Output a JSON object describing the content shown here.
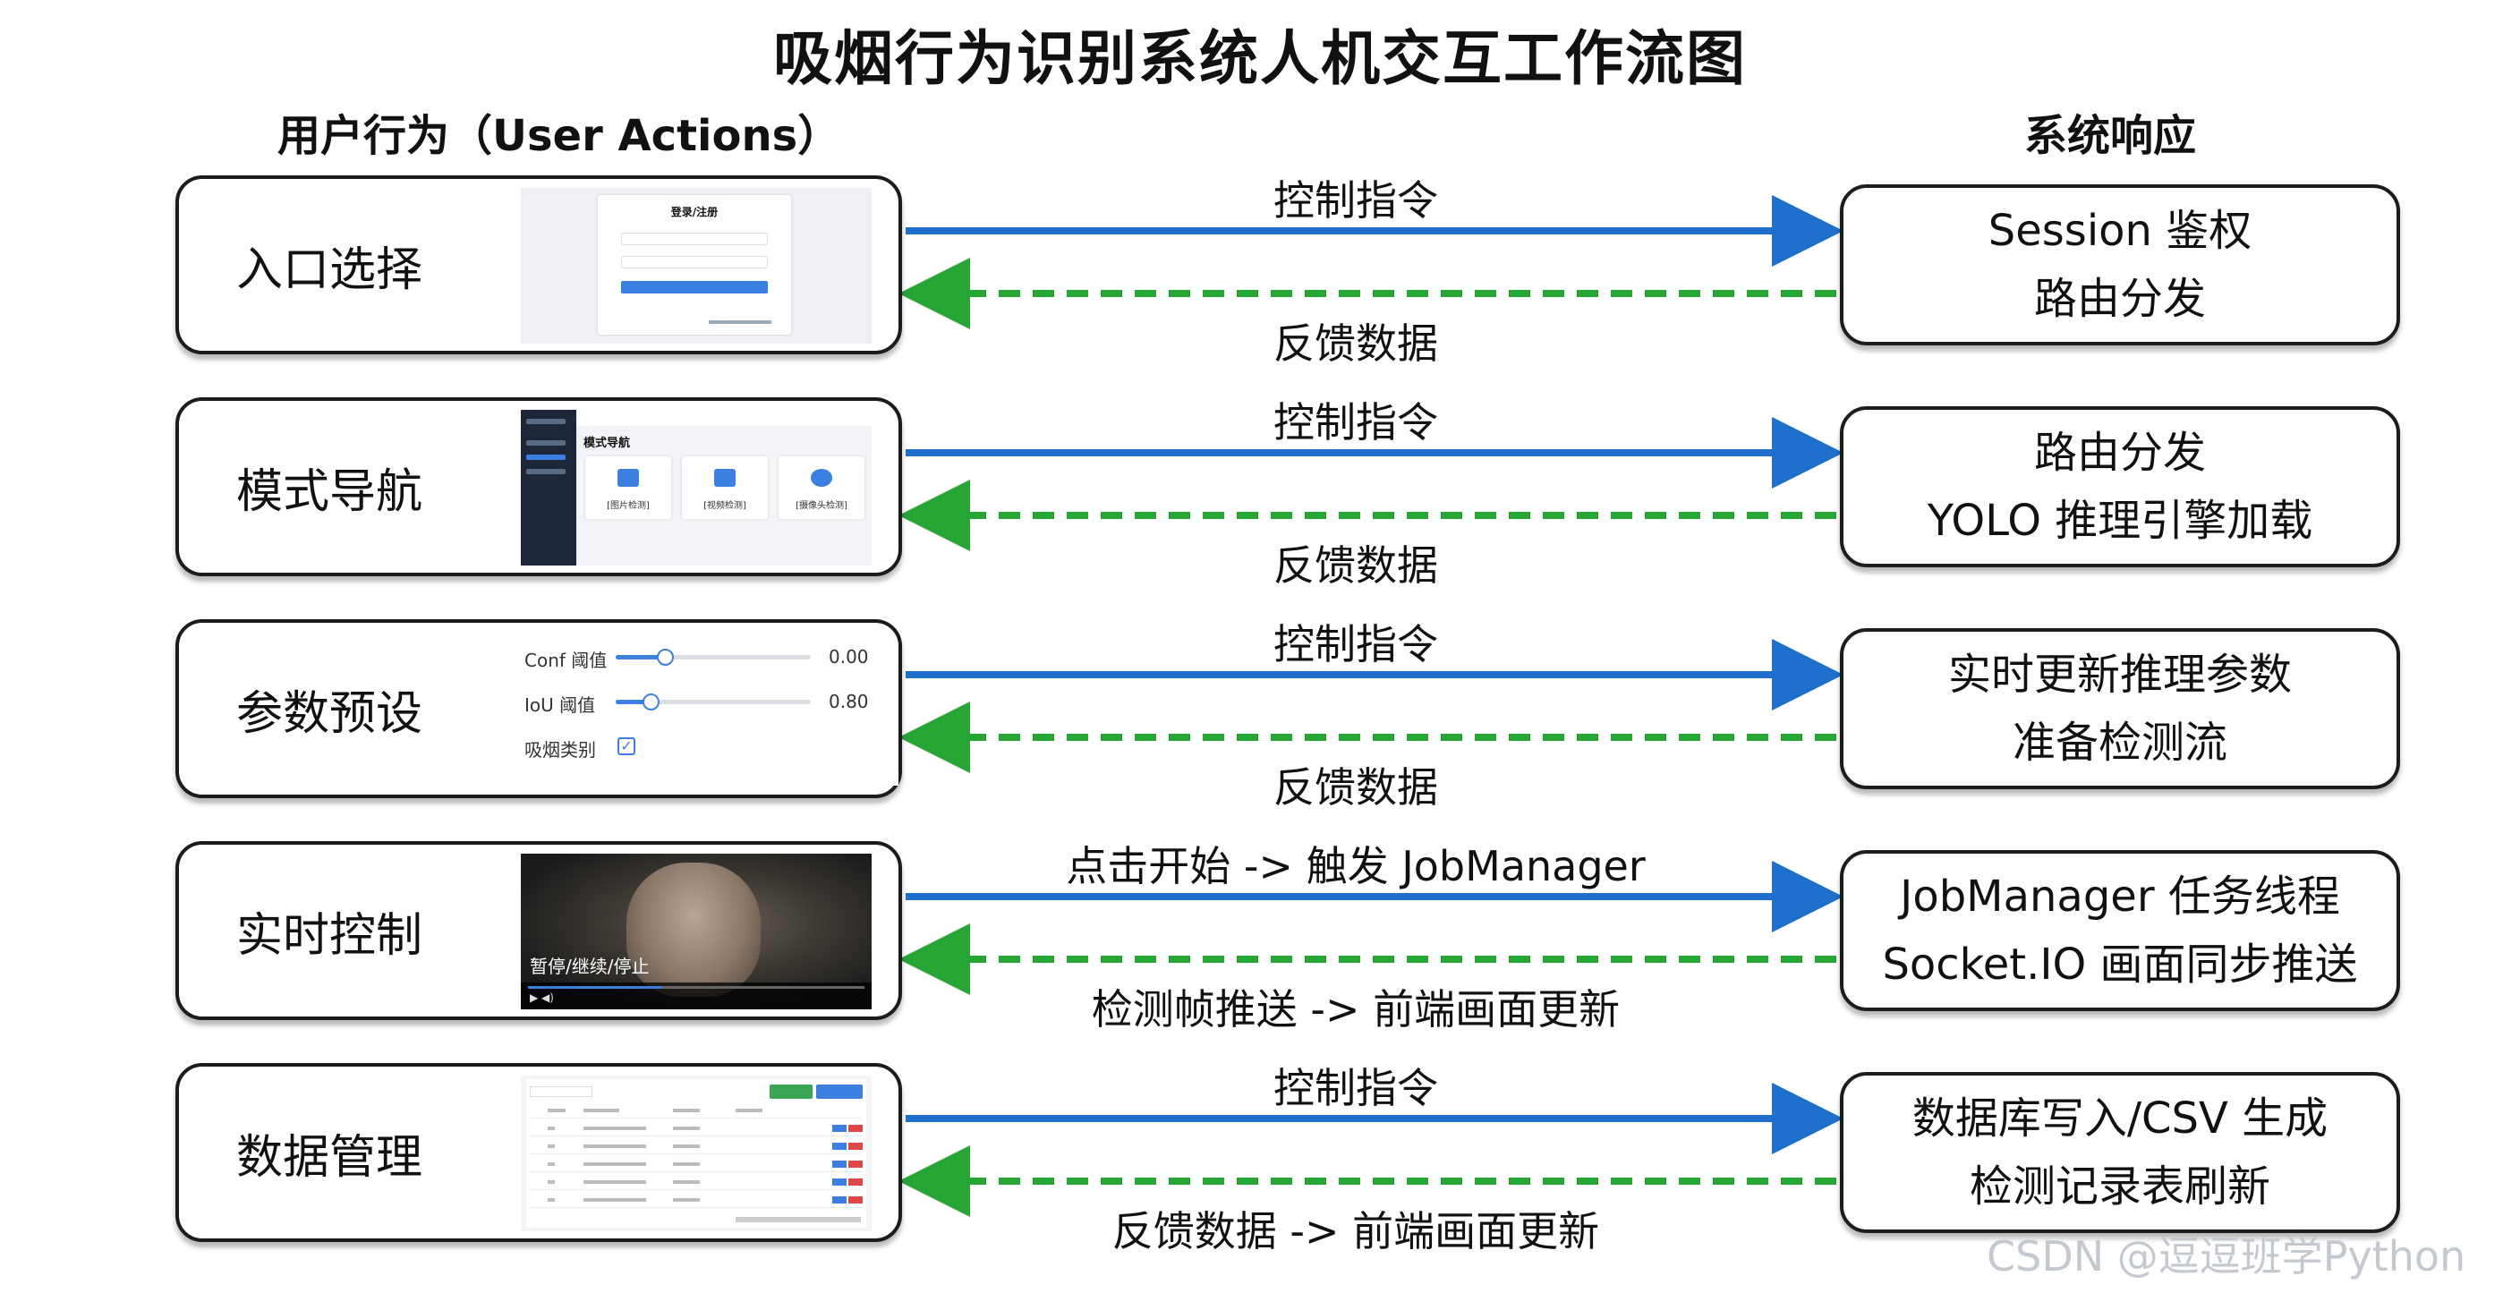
{
  "title": "吸烟行为识别系统人机交互工作流图",
  "left_header": "用户行为（User Actions）",
  "right_header": "系统响应",
  "colors": {
    "control_arrow": "#1f6fcf",
    "feedback_arrow": "#27a535"
  },
  "rows": [
    {
      "user_action": "入口选择",
      "control": "控制指令",
      "feedback": "反馈数据",
      "response": [
        "Session 鉴权",
        "路由分发"
      ]
    },
    {
      "user_action": "模式导航",
      "control": "控制指令",
      "feedback": "反馈数据",
      "response": [
        "路由分发",
        "YOLO 推理引擎加载"
      ]
    },
    {
      "user_action": "参数预设",
      "control": "控制指令",
      "feedback": "反馈数据",
      "response": [
        "实时更新推理参数",
        "准备检测流"
      ]
    },
    {
      "user_action": "实时控制",
      "control": "点击开始 -> 触发 JobManager",
      "feedback": "检测帧推送 -> 前端画面更新",
      "response": [
        "JobManager 任务线程",
        "Socket.IO 画面同步推送"
      ]
    },
    {
      "user_action": "数据管理",
      "control": "控制指令",
      "feedback": "反馈数据 -> 前端画面更新",
      "response": [
        "数据库写入/CSV 生成",
        "检测记录表刷新"
      ]
    }
  ],
  "thumb_login": {
    "title": "登录/注册"
  },
  "thumb_nav": {
    "title": "模式导航",
    "cards": [
      "[图片检测]",
      "[视频检测]",
      "[摄像头检测]"
    ]
  },
  "thumb_params": {
    "conf_label": "Conf 阈值",
    "conf_value": "0.00",
    "conf_fraction": 0.25,
    "iou_label": "IoU 阈值",
    "iou_value": "0.80",
    "iou_fraction": 0.18,
    "class_label": "吸烟类别",
    "class_checked": true
  },
  "thumb_video": {
    "caption": "暂停/继续/停止"
  },
  "watermark": "CSDN @逗逗班学Python"
}
